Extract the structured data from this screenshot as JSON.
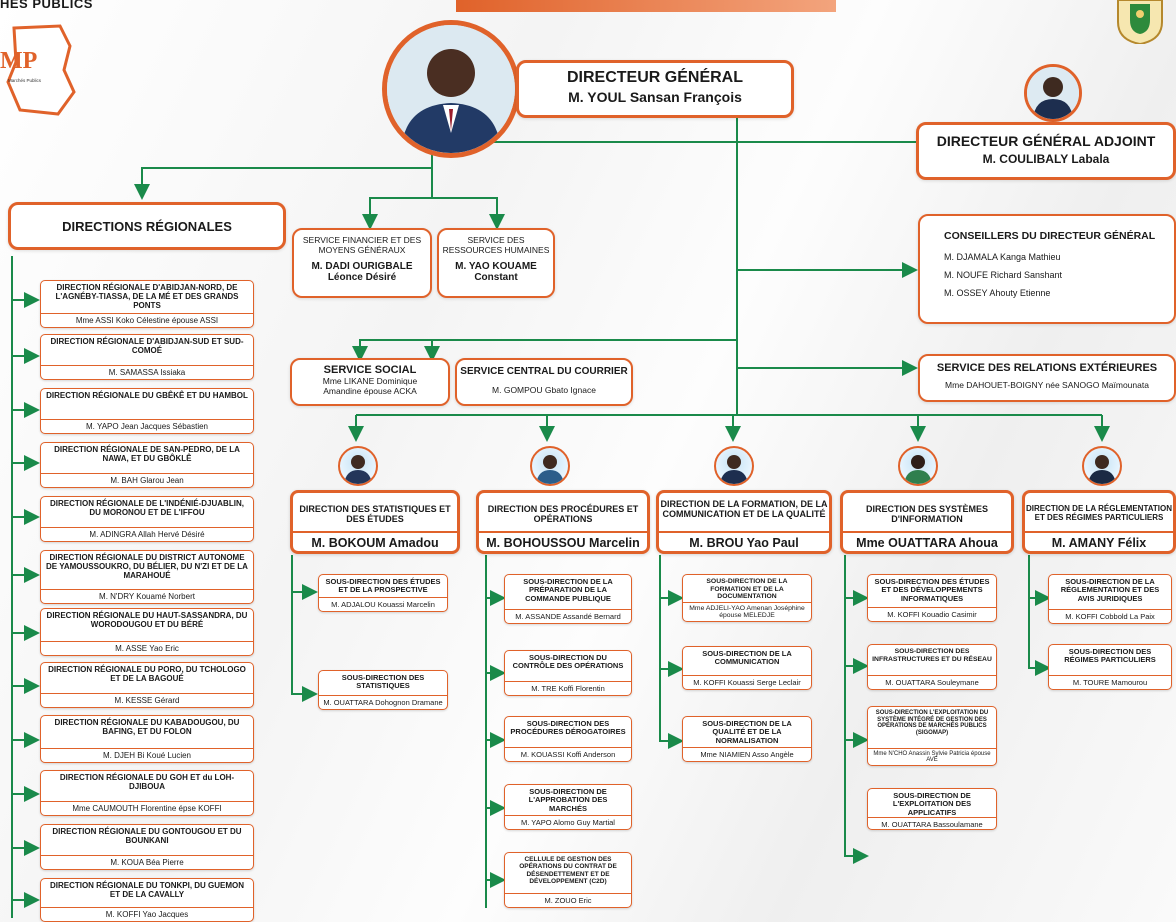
{
  "header": {
    "org_fragment": "HES PUBLICS",
    "logo_text": "MP",
    "logo_sub": "Marchés Publics"
  },
  "dg": {
    "title": "DIRECTEUR GÉNÉRAL",
    "name": "M. YOUL Sansan François"
  },
  "dga": {
    "title": "DIRECTEUR GÉNÉRAL ADJOINT",
    "name": "M. COULIBALY Labala"
  },
  "directions_regionales": {
    "title": "DIRECTIONS RÉGIONALES",
    "items": [
      {
        "title": "DIRECTION RÉGIONALE D'ABIDJAN-NORD, DE L'AGNÉBY-TIASSA, DE LA MÉ ET DES GRANDS PONTS",
        "name": "Mme ASSI Koko Célestine épouse ASSI"
      },
      {
        "title": "DIRECTION RÉGIONALE D'ABIDJAN-SUD ET SUD-COMOÉ",
        "name": "M. SAMASSA Issiaka"
      },
      {
        "title": "DIRECTION RÉGIONALE DU GBÊKÊ ET DU HAMBOL",
        "name": "M. YAPO Jean Jacques Sébastien"
      },
      {
        "title": "DIRECTION RÉGIONALE DE SAN-PEDRO, DE LA NAWA, ET DU GBÔKLÊ",
        "name": "M. BAH Glarou Jean"
      },
      {
        "title": "DIRECTION RÉGIONALE DE L'INDÉNIÉ-DJUABLIN, DU MORONOU ET DE L'IFFOU",
        "name": "M. ADINGRA Allah Hervé Désiré"
      },
      {
        "title": "DIRECTION RÉGIONALE DU DISTRICT AUTONOME DE YAMOUSSOUKRO, DU BÉLIER, DU N'ZI ET DE LA MARAHOUÉ",
        "name": "M. N'DRY Kouamé Norbert"
      },
      {
        "title": "DIRECTION RÉGIONALE DU HAUT-SASSANDRA, DU WORODOUGOU ET DU BÉRÉ",
        "name": "M. ASSE Yao Eric"
      },
      {
        "title": "DIRECTION RÉGIONALE DU PORO, DU TCHOLOGO ET DE LA BAGOUÉ",
        "name": "M. KESSE Gérard"
      },
      {
        "title": "DIRECTION RÉGIONALE DU KABADOUGOU, DU BAFING, ET DU FOLON",
        "name": "M. DJEH Bi Koué Lucien"
      },
      {
        "title": "DIRECTION RÉGIONALE DU GOH ET du LOH-DJIBOUA",
        "name": "Mme CAUMOUTH Florentine épse KOFFI"
      },
      {
        "title": "DIRECTION RÉGIONALE DU GONTOUGOU ET DU BOUNKANI",
        "name": "M. KOUA Béa Pierre"
      },
      {
        "title": "DIRECTION RÉGIONALE DU TONKPI, DU GUEMON ET DE LA CAVALLY",
        "name": "M. KOFFI Yao Jacques"
      }
    ]
  },
  "services": {
    "financier": {
      "title": "SERVICE FINANCIER ET DES MOYENS GÉNÉRAUX",
      "name_line1": "M. DADI OURIGBALE",
      "name_line2": "Léonce Désiré"
    },
    "rh": {
      "title": "SERVICE DES RESSOURCES HUMAINES",
      "name_line1": "M. YAO KOUAME",
      "name_line2": "Constant"
    },
    "social": {
      "title": "SERVICE SOCIAL",
      "name_line1": "Mme LIKANE Dominique",
      "name_line2": "Amandine épouse ACKA"
    },
    "courrier": {
      "title": "SERVICE CENTRAL DU COURRIER",
      "name": "M. GOMPOU Gbato Ignace"
    },
    "relations": {
      "title": "SERVICE DES RELATIONS EXTÉRIEURES",
      "name": "Mme DAHOUET-BOIGNY née SANOGO Maïmounata"
    }
  },
  "conseillers": {
    "title": "CONSEILLERS DU DIRECTEUR GÉNÉRAL",
    "members": [
      "M. DJAMALA Kanga Mathieu",
      "M. NOUFE Richard Sanshant",
      "M. OSSEY Ahouty Etienne"
    ]
  },
  "directions": [
    {
      "title": "DIRECTION DES STATISTIQUES ET DES ÉTUDES",
      "name": "M. BOKOUM Amadou",
      "subs": [
        {
          "title": "SOUS-DIRECTION DES ÉTUDES ET DE LA PROSPECTIVE",
          "name": "M. ADJALOU Kouassi Marcelin"
        },
        {
          "title": "SOUS-DIRECTION DES STATISTIQUES",
          "name": "M. OUATTARA Dohognon Dramane"
        }
      ]
    },
    {
      "title": "DIRECTION DES PROCÉDURES ET OPÉRATIONS",
      "name": "M. BOHOUSSOU Marcelin",
      "subs": [
        {
          "title": "SOUS-DIRECTION DE LA PRÉPARATION DE LA COMMANDE PUBLIQUE",
          "name": "M. ASSANDE Assandé Bernard"
        },
        {
          "title": "SOUS-DIRECTION DU CONTRÔLE DES OPÉRATIONS",
          "name": "M. TRE Koffi Florentin"
        },
        {
          "title": "SOUS-DIRECTION DES PROCÉDURES DÉROGATOIRES",
          "name": "M. KOUASSI Koffi Anderson"
        },
        {
          "title": "SOUS-DIRECTION DE L'APPROBATION DES MARCHÉS",
          "name": "M. YAPO Alomo Guy Martial"
        },
        {
          "title": "CELLULE DE GESTION DES OPÉRATIONS DU CONTRAT DE DÉSENDETTEMENT ET DE DÉVELOPPEMENT (C2D)",
          "name": "M. ZOUO Eric"
        }
      ]
    },
    {
      "title": "DIRECTION DE LA FORMATION, DE LA COMMUNICATION ET DE LA QUALITÉ",
      "name": "M. BROU Yao Paul",
      "subs": [
        {
          "title": "SOUS-DIRECTION DE LA FORMATION ET DE LA DOCUMENTATION",
          "name": "Mme ADJELI-YAO Amenan Joséphine épouse MELEDJE"
        },
        {
          "title": "SOUS-DIRECTION DE LA COMMUNICATION",
          "name": "M. KOFFI Kouassi Serge Leclair"
        },
        {
          "title": "SOUS-DIRECTION DE LA QUALITÉ ET DE LA NORMALISATION",
          "name": "Mme NIAMIEN Asso Angèle"
        }
      ]
    },
    {
      "title": "DIRECTION DES SYSTÈMES D'INFORMATION",
      "name": "Mme OUATTARA Ahoua",
      "subs": [
        {
          "title": "SOUS-DIRECTION DES ÉTUDES ET DES DÉVELOPPEMENTS INFORMATIQUES",
          "name": "M. KOFFI Kouadio Casimir"
        },
        {
          "title": "SOUS-DIRECTION DES INFRASTRUCTURES ET DU RÉSEAU",
          "name": "M. OUATTARA Souleymane"
        },
        {
          "title": "SOUS-DIRECTION L'EXPLOITATION DU SYSTÈME INTÉGRÉ DE GESTION DES OPÉRATIONS DE MARCHÉS PUBLICS (SIGOMAP)",
          "name": "Mme N'CHO Anassin Sylvie Patricia épouse AVE"
        },
        {
          "title": "SOUS-DIRECTION DE L'EXPLOITATION DES APPLICATIFS",
          "name": "M. OUATTARA Bassoulamane"
        }
      ]
    },
    {
      "title": "DIRECTION DE LA RÉGLEMENTATION ET DES RÉGIMES PARTICULIERS",
      "name": "M. AMANY Félix",
      "subs": [
        {
          "title": "SOUS-DIRECTION DE LA RÉGLEMENTATION ET DES AVIS JURIDIQUES",
          "name": "M. KOFFI Cobbold La Paix"
        },
        {
          "title": "SOUS-DIRECTION DES RÉGIMES PARTICULIERS",
          "name": "M. TOURE Mamourou"
        }
      ]
    }
  ],
  "colors": {
    "accent": "#e0622a",
    "connector": "#1a8a4a"
  }
}
